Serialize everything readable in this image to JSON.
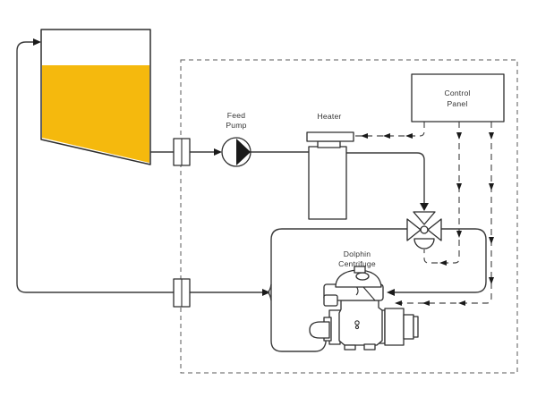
{
  "diagram": {
    "background": "#ffffff",
    "colors": {
      "pipe_line": "#3b3b3b",
      "signal_line": "#474747",
      "boundary_line": "#5a5a5a",
      "component_outline": "#2e2e2e",
      "tank_oil_fill": "#F5B90D",
      "arrow_fill": "#1a1a1a",
      "label_text": "#333333"
    },
    "labels": {
      "feed_pump": {
        "line1": "Feed",
        "line2": "Pump"
      },
      "heater": {
        "text": "Heater"
      },
      "control_panel": {
        "line1": "Control",
        "line2": "Panel"
      },
      "centrifuge": {
        "line1": "Dolphin",
        "line2": "Centrifuge"
      }
    }
  }
}
